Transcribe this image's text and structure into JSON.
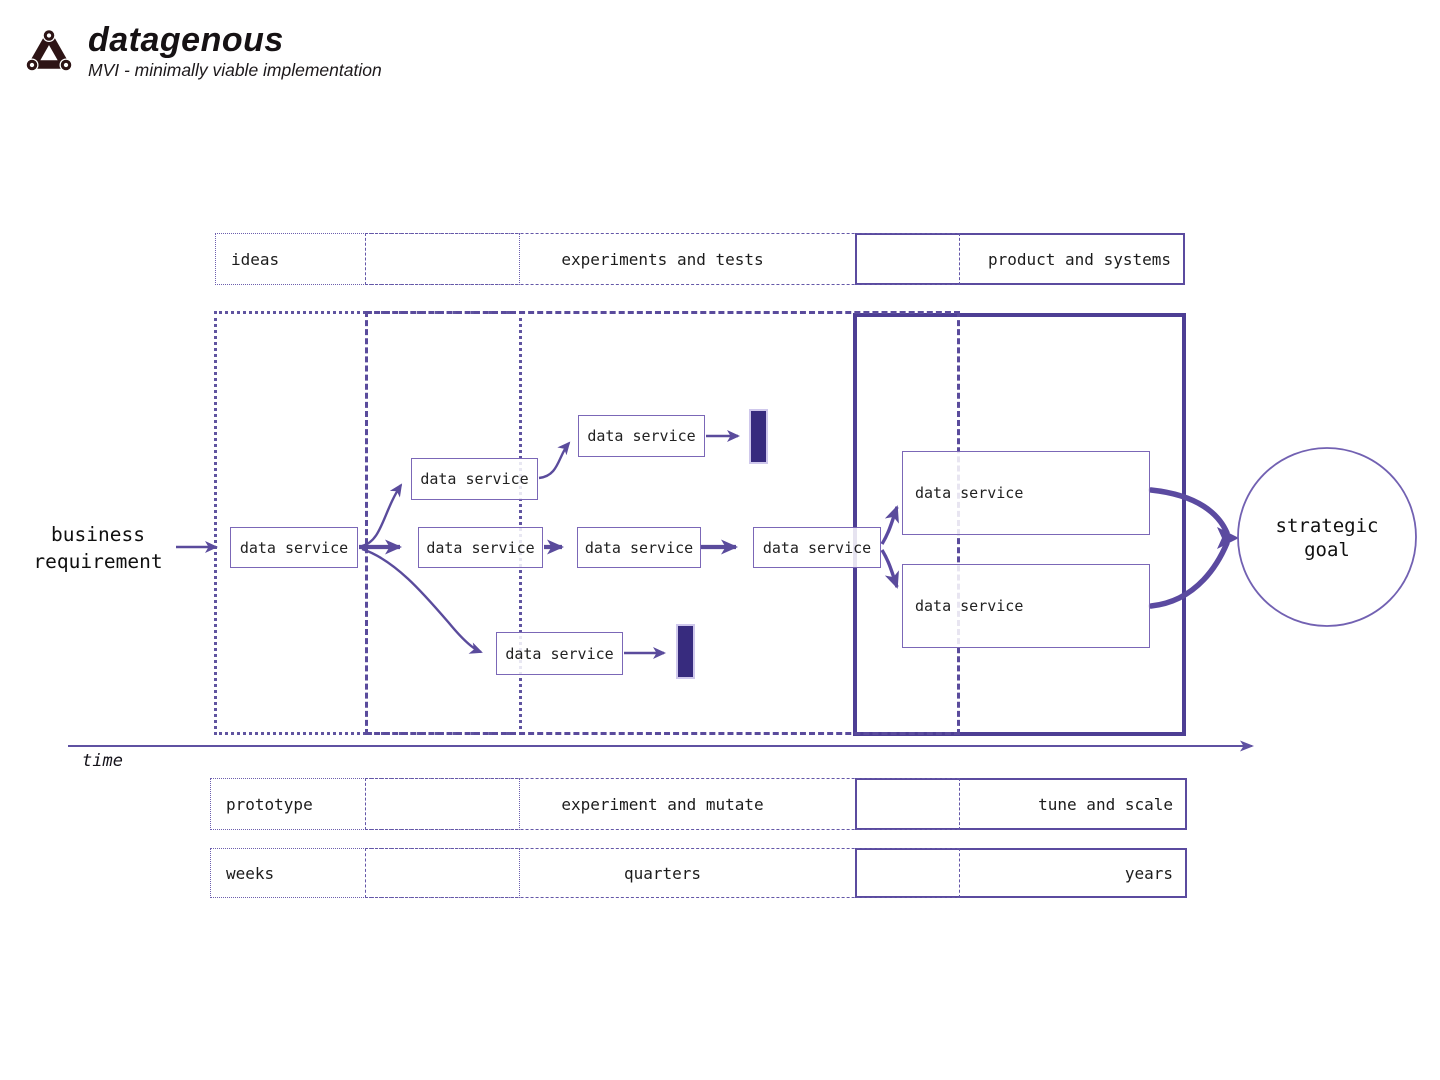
{
  "brand": {
    "title": "datagenous",
    "subtitle": "MVI - minimally viable implementation"
  },
  "colors": {
    "accent_purple": "#5a4b9c",
    "frame_solid": "#4d3e94",
    "node_border": "#7b67b7",
    "terminator_fill": "#372b7e",
    "logo_maroon": "#2d1415",
    "text": "#1c1c1c"
  },
  "top_row": {
    "ideas": "ideas",
    "experiments": "experiments and tests",
    "product": "product and systems"
  },
  "diagram": {
    "business_requirement": "business requirement",
    "strategic_goal": "strategic goal",
    "nodes": [
      {
        "label": "data service"
      },
      {
        "label": "data service"
      },
      {
        "label": "data service"
      },
      {
        "label": "data service"
      },
      {
        "label": "data service"
      },
      {
        "label": "data service"
      },
      {
        "label": "data service"
      },
      {
        "label": "data service"
      },
      {
        "label": "data service"
      }
    ]
  },
  "timeline": {
    "time_label": "time",
    "phase_row": {
      "prototype": "prototype",
      "experiment": "experiment and mutate",
      "tune": "tune and scale"
    },
    "duration_row": {
      "weeks": "weeks",
      "quarters": "quarters",
      "years": "years"
    }
  }
}
